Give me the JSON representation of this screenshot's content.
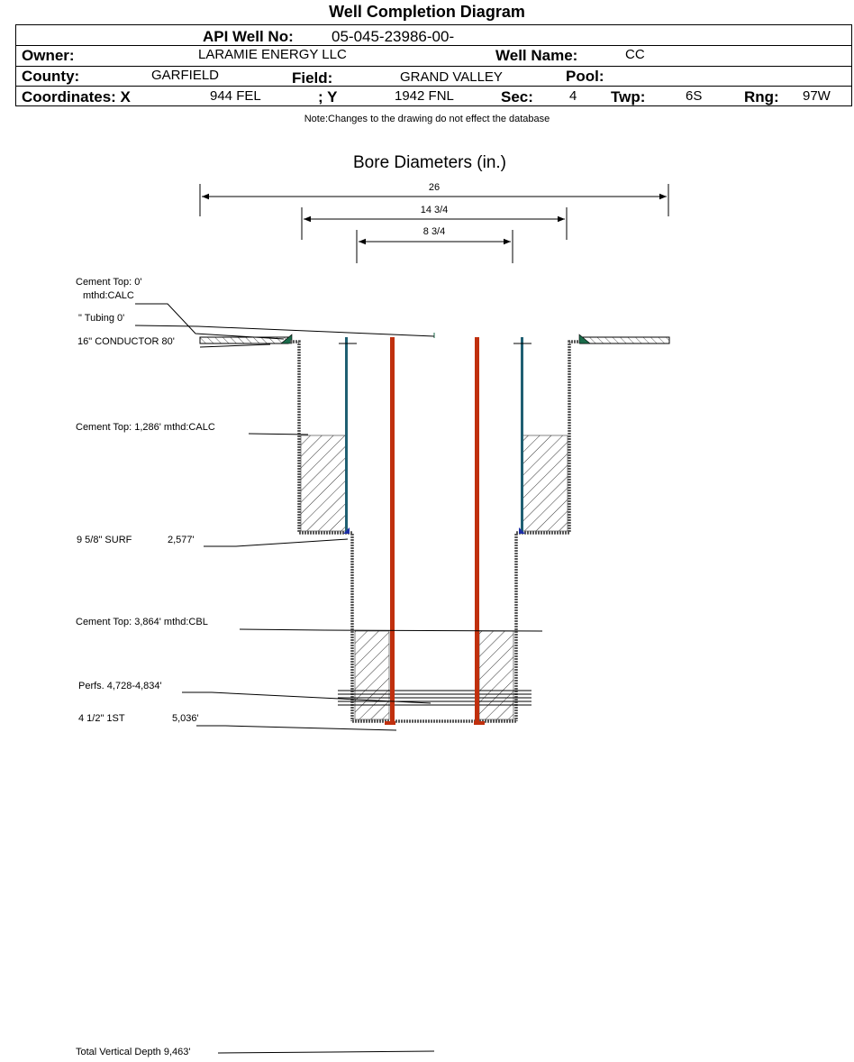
{
  "title": "Well Completion Diagram",
  "header": {
    "api_label": "API Well No:",
    "api_value": "05-045-23986-00-",
    "owner_label": "Owner:",
    "owner_value": "LARAMIE ENERGY LLC",
    "well_name_label": "Well Name:",
    "well_name_value": "CC",
    "county_label": "County:",
    "county_value": "GARFIELD",
    "field_label": "Field:",
    "field_value": "GRAND VALLEY",
    "pool_label": "Pool:",
    "pool_value": "",
    "coord_x_label": "Coordinates: X",
    "coord_x_value": "944 FEL",
    "coord_y_label": "; Y",
    "coord_y_value": "1942 FNL",
    "sec_label": "Sec:",
    "sec_value": "4",
    "twp_label": "Twp:",
    "twp_value": "6S",
    "rng_label": "Rng:",
    "rng_value": "97W"
  },
  "note": "Note:Changes to the drawing do not effect the database",
  "diagram": {
    "bore_title": "Bore Diameters (in.)",
    "bore_diameters": [
      "26",
      "14 3/4",
      "8 3/4"
    ],
    "labels": {
      "cement_top_1_line1": "Cement Top: 0'",
      "cement_top_1_line2": "mthd:CALC",
      "tubing": "\" Tubing 0'",
      "conductor": "16\" CONDUCTOR  80'",
      "cement_top_2": "Cement Top: 1,286' mthd:CALC",
      "surf_casing": "9 5/8\" SURF",
      "surf_depth": "2,577'",
      "cement_top_3": "Cement Top: 3,864' mthd:CBL",
      "perfs": "Perfs. 4,728-4,834'",
      "prod_casing": "4 1/2\" 1ST",
      "prod_depth": "5,036'",
      "tvd": "Total Vertical Depth 9,463'"
    },
    "colors": {
      "conductor_casing": "#1a6b4a",
      "surface_casing": "#1f5f72",
      "production_casing": "#c0300e",
      "wall": "#555555"
    }
  }
}
